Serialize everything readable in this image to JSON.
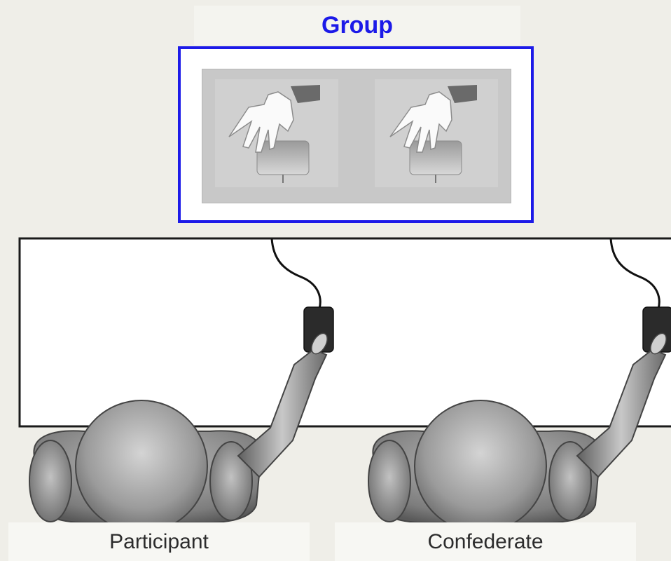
{
  "title": "Group",
  "labels": {
    "participant": "Participant",
    "confederate": "Confederate"
  },
  "colors": {
    "accent": "#1c1ae8",
    "background": "#efeee8"
  }
}
